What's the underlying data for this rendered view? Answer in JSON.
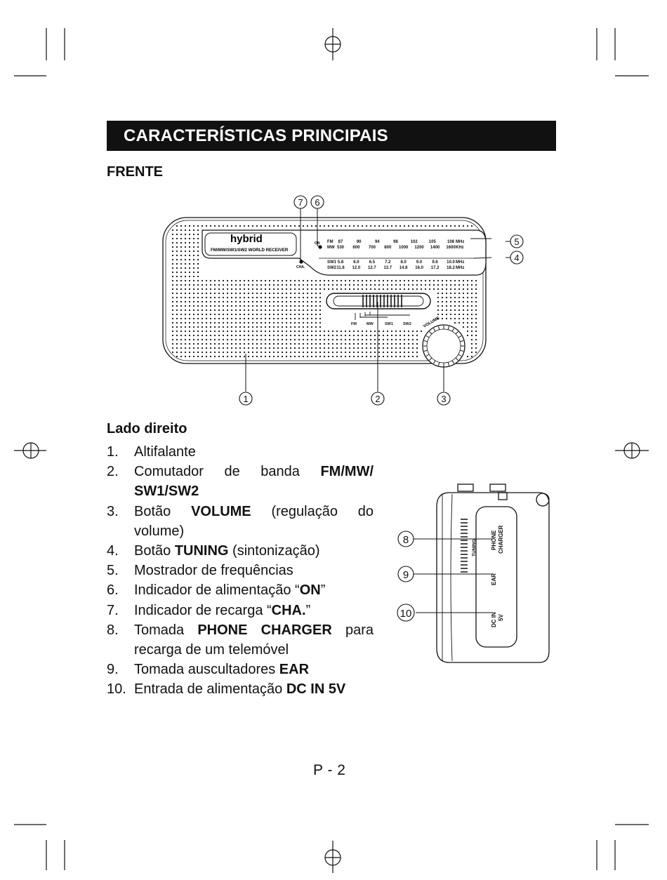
{
  "header": {
    "title": "CARACTERÍSTICAS PRINCIPAIS"
  },
  "front_section": {
    "heading": "FRENTE",
    "diagram": {
      "brand": "hybrid",
      "model": "FM/MW/SW1/SW2 WORLD RECEIVER",
      "on_label": "ON",
      "cha_label": "CHA.",
      "volume_label": "VOLUME",
      "scales": {
        "fm": {
          "band": "FM",
          "values": [
            "87",
            "90",
            "94",
            "98",
            "102",
            "105",
            "108"
          ],
          "unit": "MHz"
        },
        "mw": {
          "band": "MW",
          "values": [
            "530",
            "600",
            "700",
            "800",
            "1000",
            "1200",
            "1400",
            "1600"
          ],
          "unit": "KHz"
        },
        "sw1": {
          "band": "SW1",
          "values": [
            "5.8",
            "6.0",
            "6.5",
            "7.2",
            "8.0",
            "9.0",
            "9.6",
            "10.0"
          ],
          "unit": "MHz"
        },
        "sw2": {
          "band": "SW2",
          "values": [
            "11.6",
            "12.0",
            "12.7",
            "13.7",
            "14.8",
            "16.0",
            "17.2",
            "18.2"
          ],
          "unit": "MHz"
        }
      },
      "band_switch_labels": [
        "FM",
        "MW",
        "SW1",
        "SW2"
      ],
      "callouts": [
        "1",
        "2",
        "3",
        "4",
        "5",
        "6",
        "7"
      ]
    }
  },
  "right_side_section": {
    "heading": "Lado direito",
    "items": [
      {
        "num": "1.",
        "parts": [
          {
            "t": "Altifalante",
            "b": false
          }
        ]
      },
      {
        "num": "2.",
        "parts": [
          {
            "t": "Comutador de banda ",
            "b": false
          },
          {
            "t": "FM/MW/",
            "b": true
          }
        ],
        "parts2": [
          {
            "t": "SW1/SW2",
            "b": true
          }
        ]
      },
      {
        "num": "3.",
        "parts": [
          {
            "t": "Botão ",
            "b": false
          },
          {
            "t": "VOLUME",
            "b": true
          },
          {
            "t": " (regulação do",
            "b": false
          }
        ],
        "parts2": [
          {
            "t": "volume)",
            "b": false
          }
        ]
      },
      {
        "num": "4.",
        "parts": [
          {
            "t": "Botão ",
            "b": false
          },
          {
            "t": "TUNING",
            "b": true
          },
          {
            "t": " (sintonização)",
            "b": false
          }
        ]
      },
      {
        "num": "5.",
        "parts": [
          {
            "t": "Mostrador de frequências",
            "b": false
          }
        ]
      },
      {
        "num": "6.",
        "parts": [
          {
            "t": "Indicador de alimentação “",
            "b": false
          },
          {
            "t": "ON",
            "b": true
          },
          {
            "t": "”",
            "b": false
          }
        ]
      },
      {
        "num": "7.",
        "parts": [
          {
            "t": "Indicador de recarga “",
            "b": false
          },
          {
            "t": "CHA.",
            "b": true
          },
          {
            "t": "”",
            "b": false
          }
        ]
      },
      {
        "num": "8.",
        "parts": [
          {
            "t": "Tomada ",
            "b": false
          },
          {
            "t": "PHONE CHARGER",
            "b": true
          },
          {
            "t": " para",
            "b": false
          }
        ],
        "parts2": [
          {
            "t": "recarga de um telemóvel",
            "b": false
          }
        ]
      },
      {
        "num": "9.",
        "parts": [
          {
            "t": "Tomada auscultadores ",
            "b": false
          },
          {
            "t": "EAR",
            "b": true
          }
        ]
      },
      {
        "num": "10.",
        "parts": [
          {
            "t": "Entrada de alimentação ",
            "b": false
          },
          {
            "t": "DC IN 5V",
            "b": true
          }
        ]
      }
    ],
    "diagram": {
      "tuning_label": "TUNING",
      "phone_label_1": "PHONE",
      "phone_label_2": "CHARGER",
      "ear_label": "EAR",
      "dc_label_1": "DC IN",
      "dc_label_2": "5V",
      "callouts": [
        "8",
        "9",
        "10"
      ]
    }
  },
  "footer": {
    "page_number": "P - 2"
  }
}
